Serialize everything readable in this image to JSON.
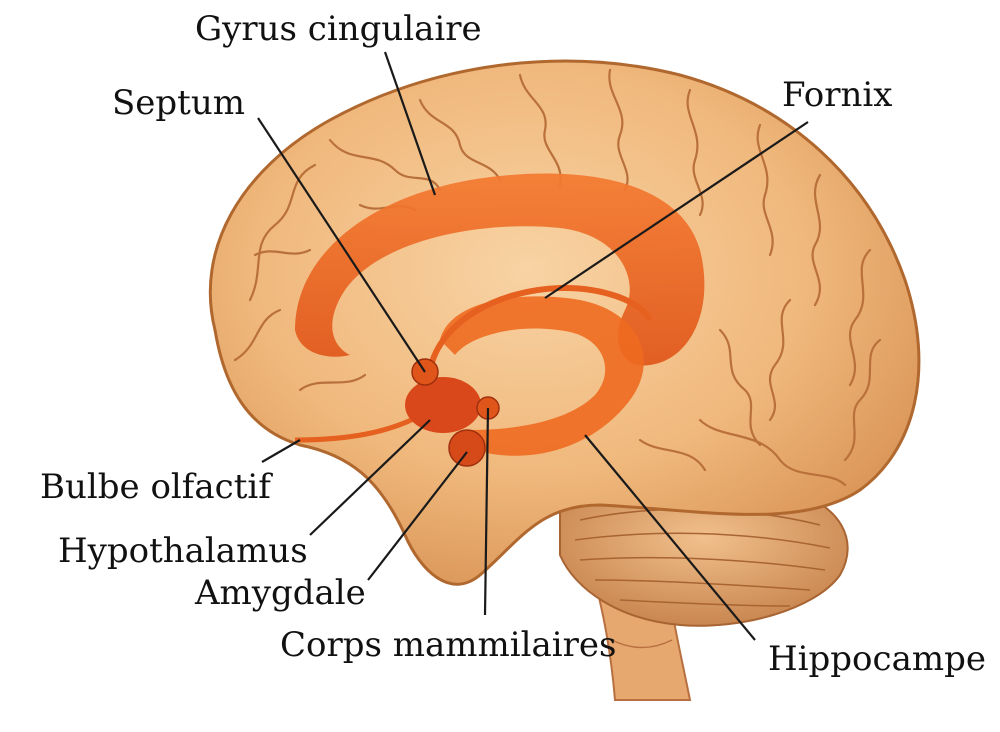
{
  "labels": {
    "gyrus_cingulaire": "Gyrus cingulaire",
    "septum": "Septum",
    "fornix": "Fornix",
    "bulbe_olfactif": "Bulbe olfactif",
    "hypothalamus": "Hypothalamus",
    "amygdale": "Amygdale",
    "corps_mammilaires": "Corps mammilaires",
    "hippocampe": "Hippocampe"
  },
  "colors": {
    "brain_base": "#f3c088",
    "brain_shadow": "#c9854a",
    "gyri_line": "#b9703a",
    "limbic": "#ee6a20",
    "limbic_dark": "#c8431a",
    "leader_line": "#1a1a1a"
  }
}
